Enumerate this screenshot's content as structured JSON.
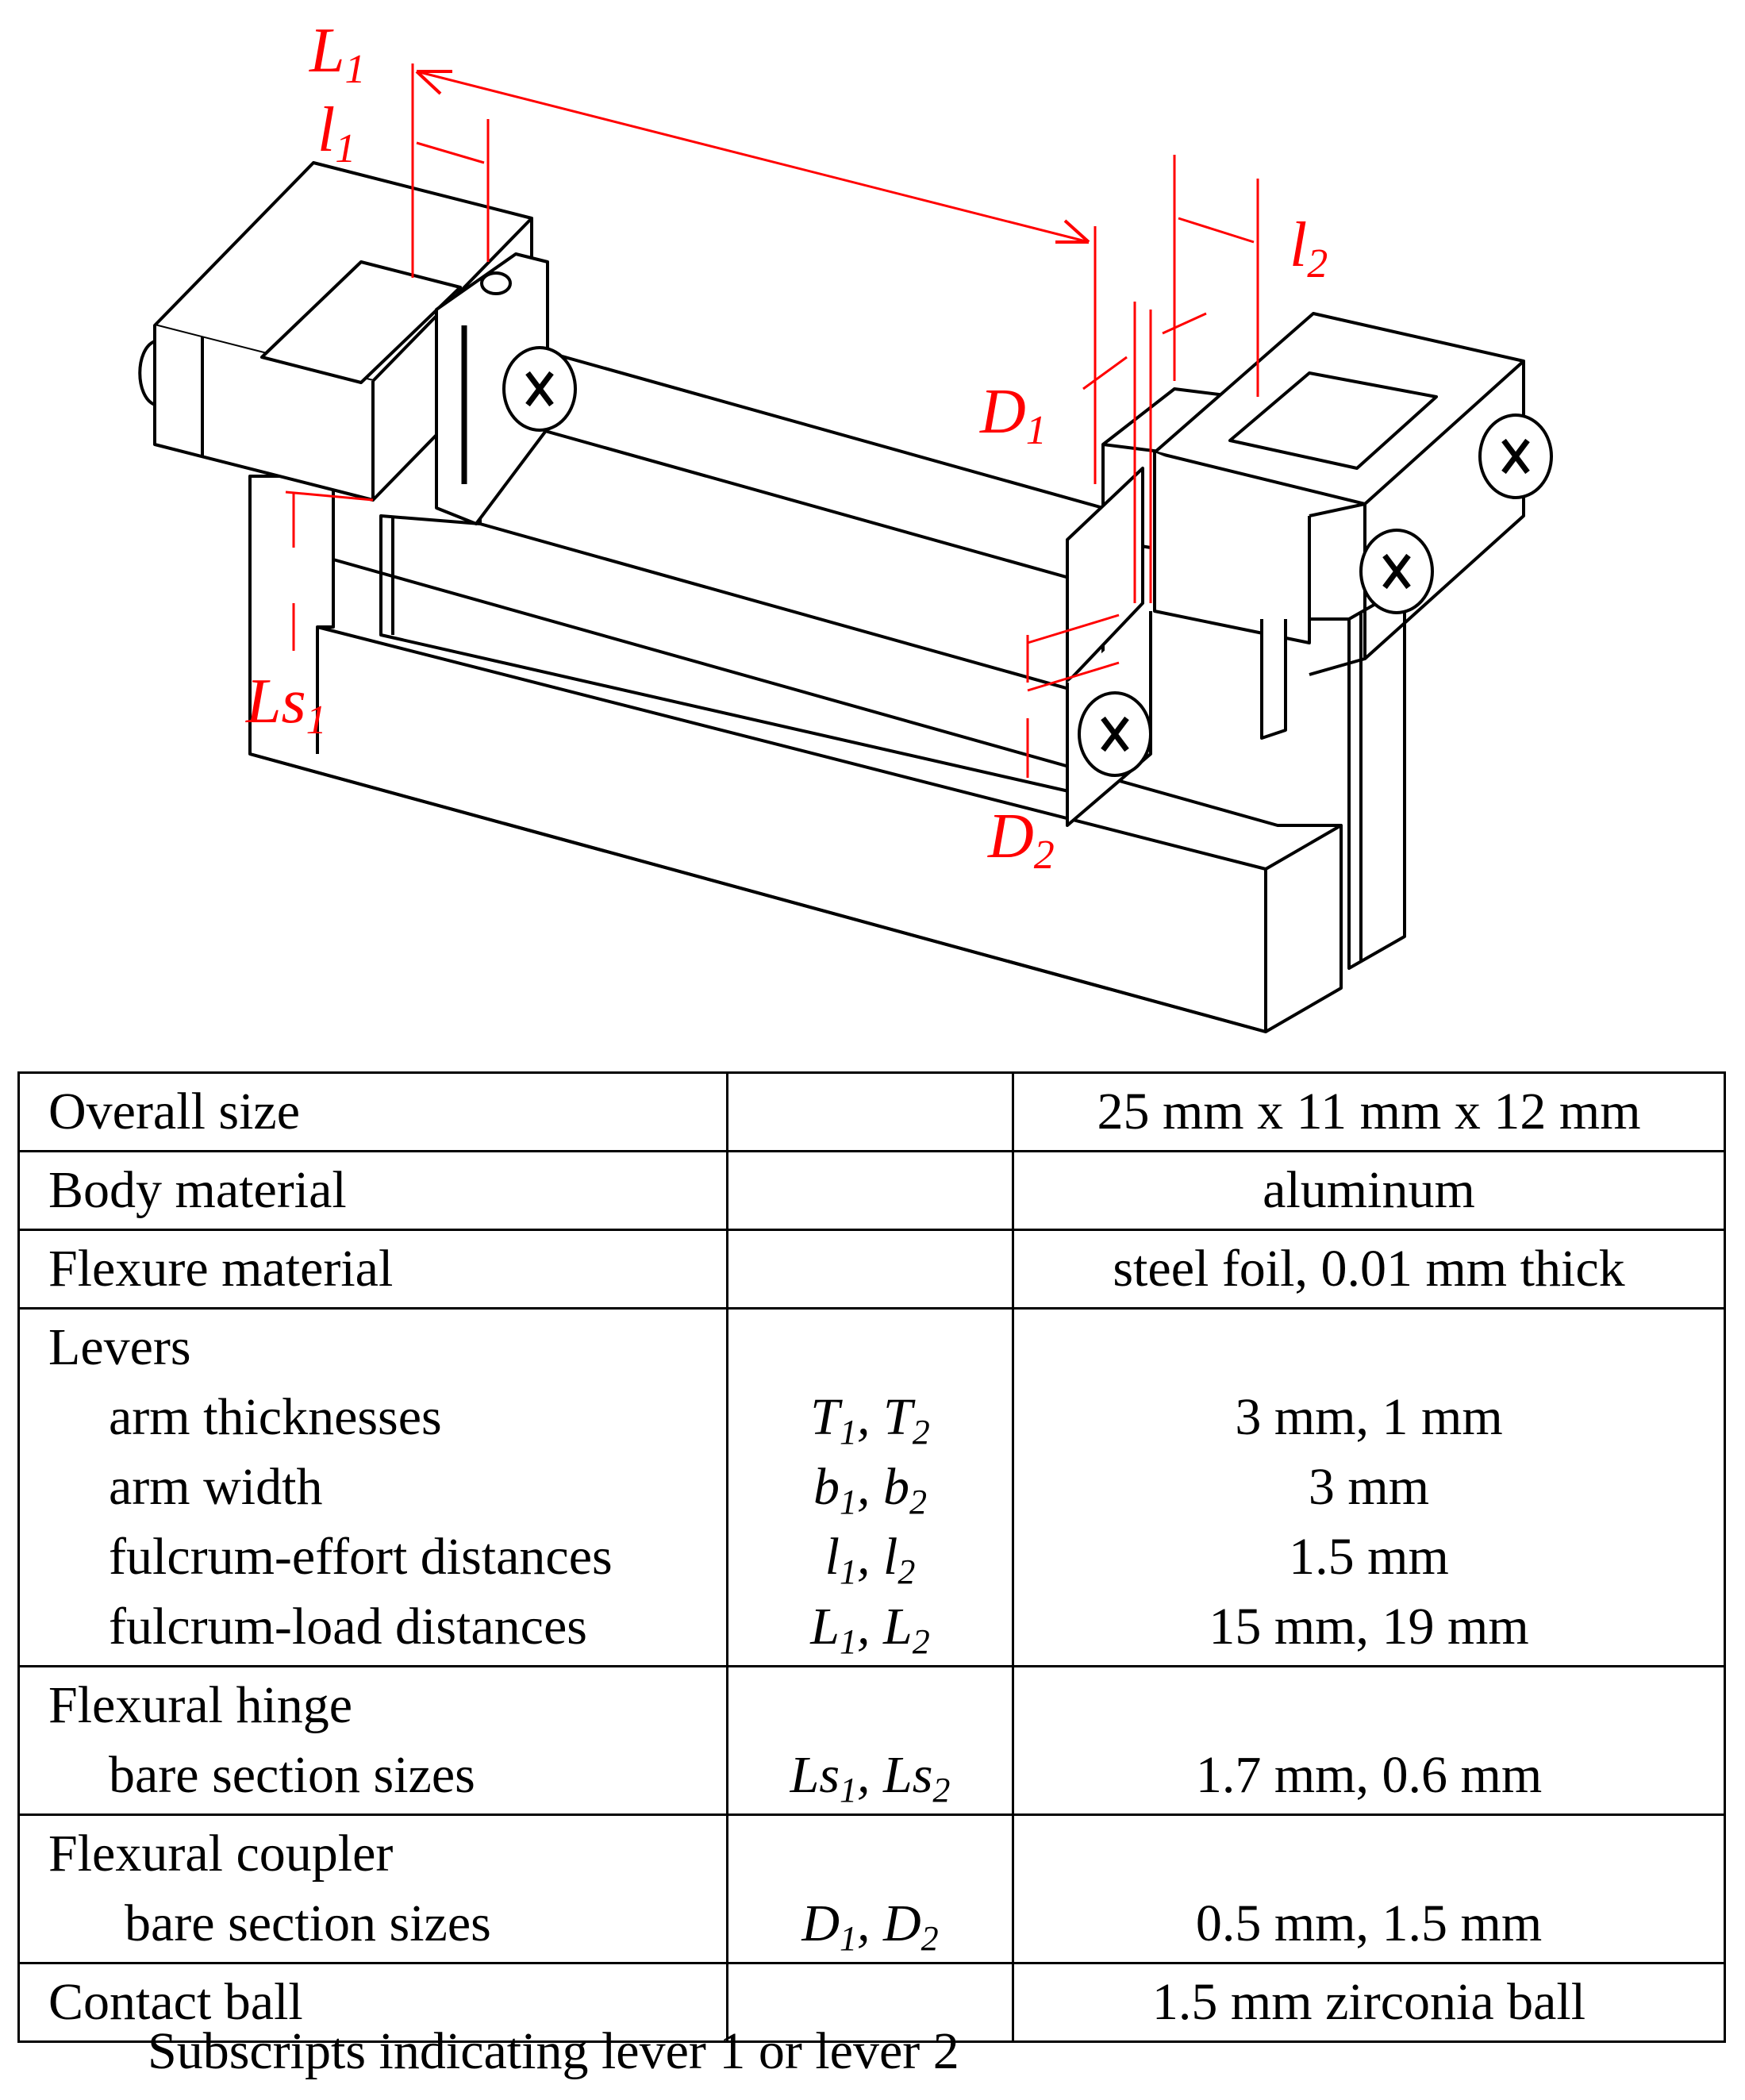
{
  "diagram": {
    "labels": {
      "L1": {
        "base": "L",
        "sub": "1"
      },
      "l1": {
        "base": "l",
        "sub": "1"
      },
      "l2": {
        "base": "l",
        "sub": "2"
      },
      "D1": {
        "base": "D",
        "sub": "1"
      },
      "D2": {
        "base": "D",
        "sub": "2"
      },
      "Ls1": {
        "base": "Ls",
        "sub": "1"
      }
    },
    "colors": {
      "line": "#000000",
      "dimension": "#ff0000",
      "background": "#ffffff"
    }
  },
  "table": {
    "rows": [
      {
        "param_lines": [
          "Overall size"
        ],
        "symbol_lines": [],
        "value_lines": [
          "25 mm x 11 mm x 12 mm"
        ]
      },
      {
        "param_lines": [
          "Body material"
        ],
        "symbol_lines": [],
        "value_lines": [
          "aluminum"
        ]
      },
      {
        "param_lines": [
          "Flexure material"
        ],
        "symbol_lines": [],
        "value_lines": [
          "steel foil, 0.01 mm thick"
        ]
      },
      {
        "param_lines": [
          "Levers",
          "arm thicknesses",
          "arm width",
          "fulcrum-effort distances",
          "fulcrum-load distances"
        ],
        "symbol_lines": [
          [
            {
              "base": "T",
              "sub": "1"
            },
            {
              "sep": ", "
            },
            {
              "base": "T",
              "sub": "2"
            }
          ],
          [
            {
              "base": "b",
              "sub": "1"
            },
            {
              "sep": ", "
            },
            {
              "base": "b",
              "sub": "2"
            }
          ],
          [
            {
              "base": "l",
              "sub": "1"
            },
            {
              "sep": ", "
            },
            {
              "base": "l",
              "sub": "2"
            }
          ],
          [
            {
              "base": "L",
              "sub": "1"
            },
            {
              "sep": ", "
            },
            {
              "base": "L",
              "sub": "2"
            }
          ]
        ],
        "value_lines": [
          "3 mm, 1 mm",
          "3 mm",
          "1.5 mm",
          "15 mm, 19 mm"
        ]
      },
      {
        "param_lines": [
          "Flexural hinge",
          "bare section sizes"
        ],
        "symbol_lines": [
          [
            {
              "base": "Ls",
              "sub": "1"
            },
            {
              "sep": ", "
            },
            {
              "base": "Ls",
              "sub": "2"
            }
          ]
        ],
        "value_lines": [
          "1.7 mm, 0.6 mm"
        ]
      },
      {
        "param_lines": [
          "Flexural coupler",
          "bare section sizes"
        ],
        "symbol_lines": [
          [
            {
              "base": "D",
              "sub": "1"
            },
            {
              "sep": ", "
            },
            {
              "base": "D",
              "sub": "2"
            }
          ]
        ],
        "value_lines": [
          "0.5 mm, 1.5 mm"
        ]
      },
      {
        "param_lines": [
          "Contact ball"
        ],
        "symbol_lines": [],
        "value_lines": [
          "1.5 mm zirconia ball"
        ]
      }
    ]
  },
  "footnote": "Subscripts indicating lever 1 or lever 2"
}
